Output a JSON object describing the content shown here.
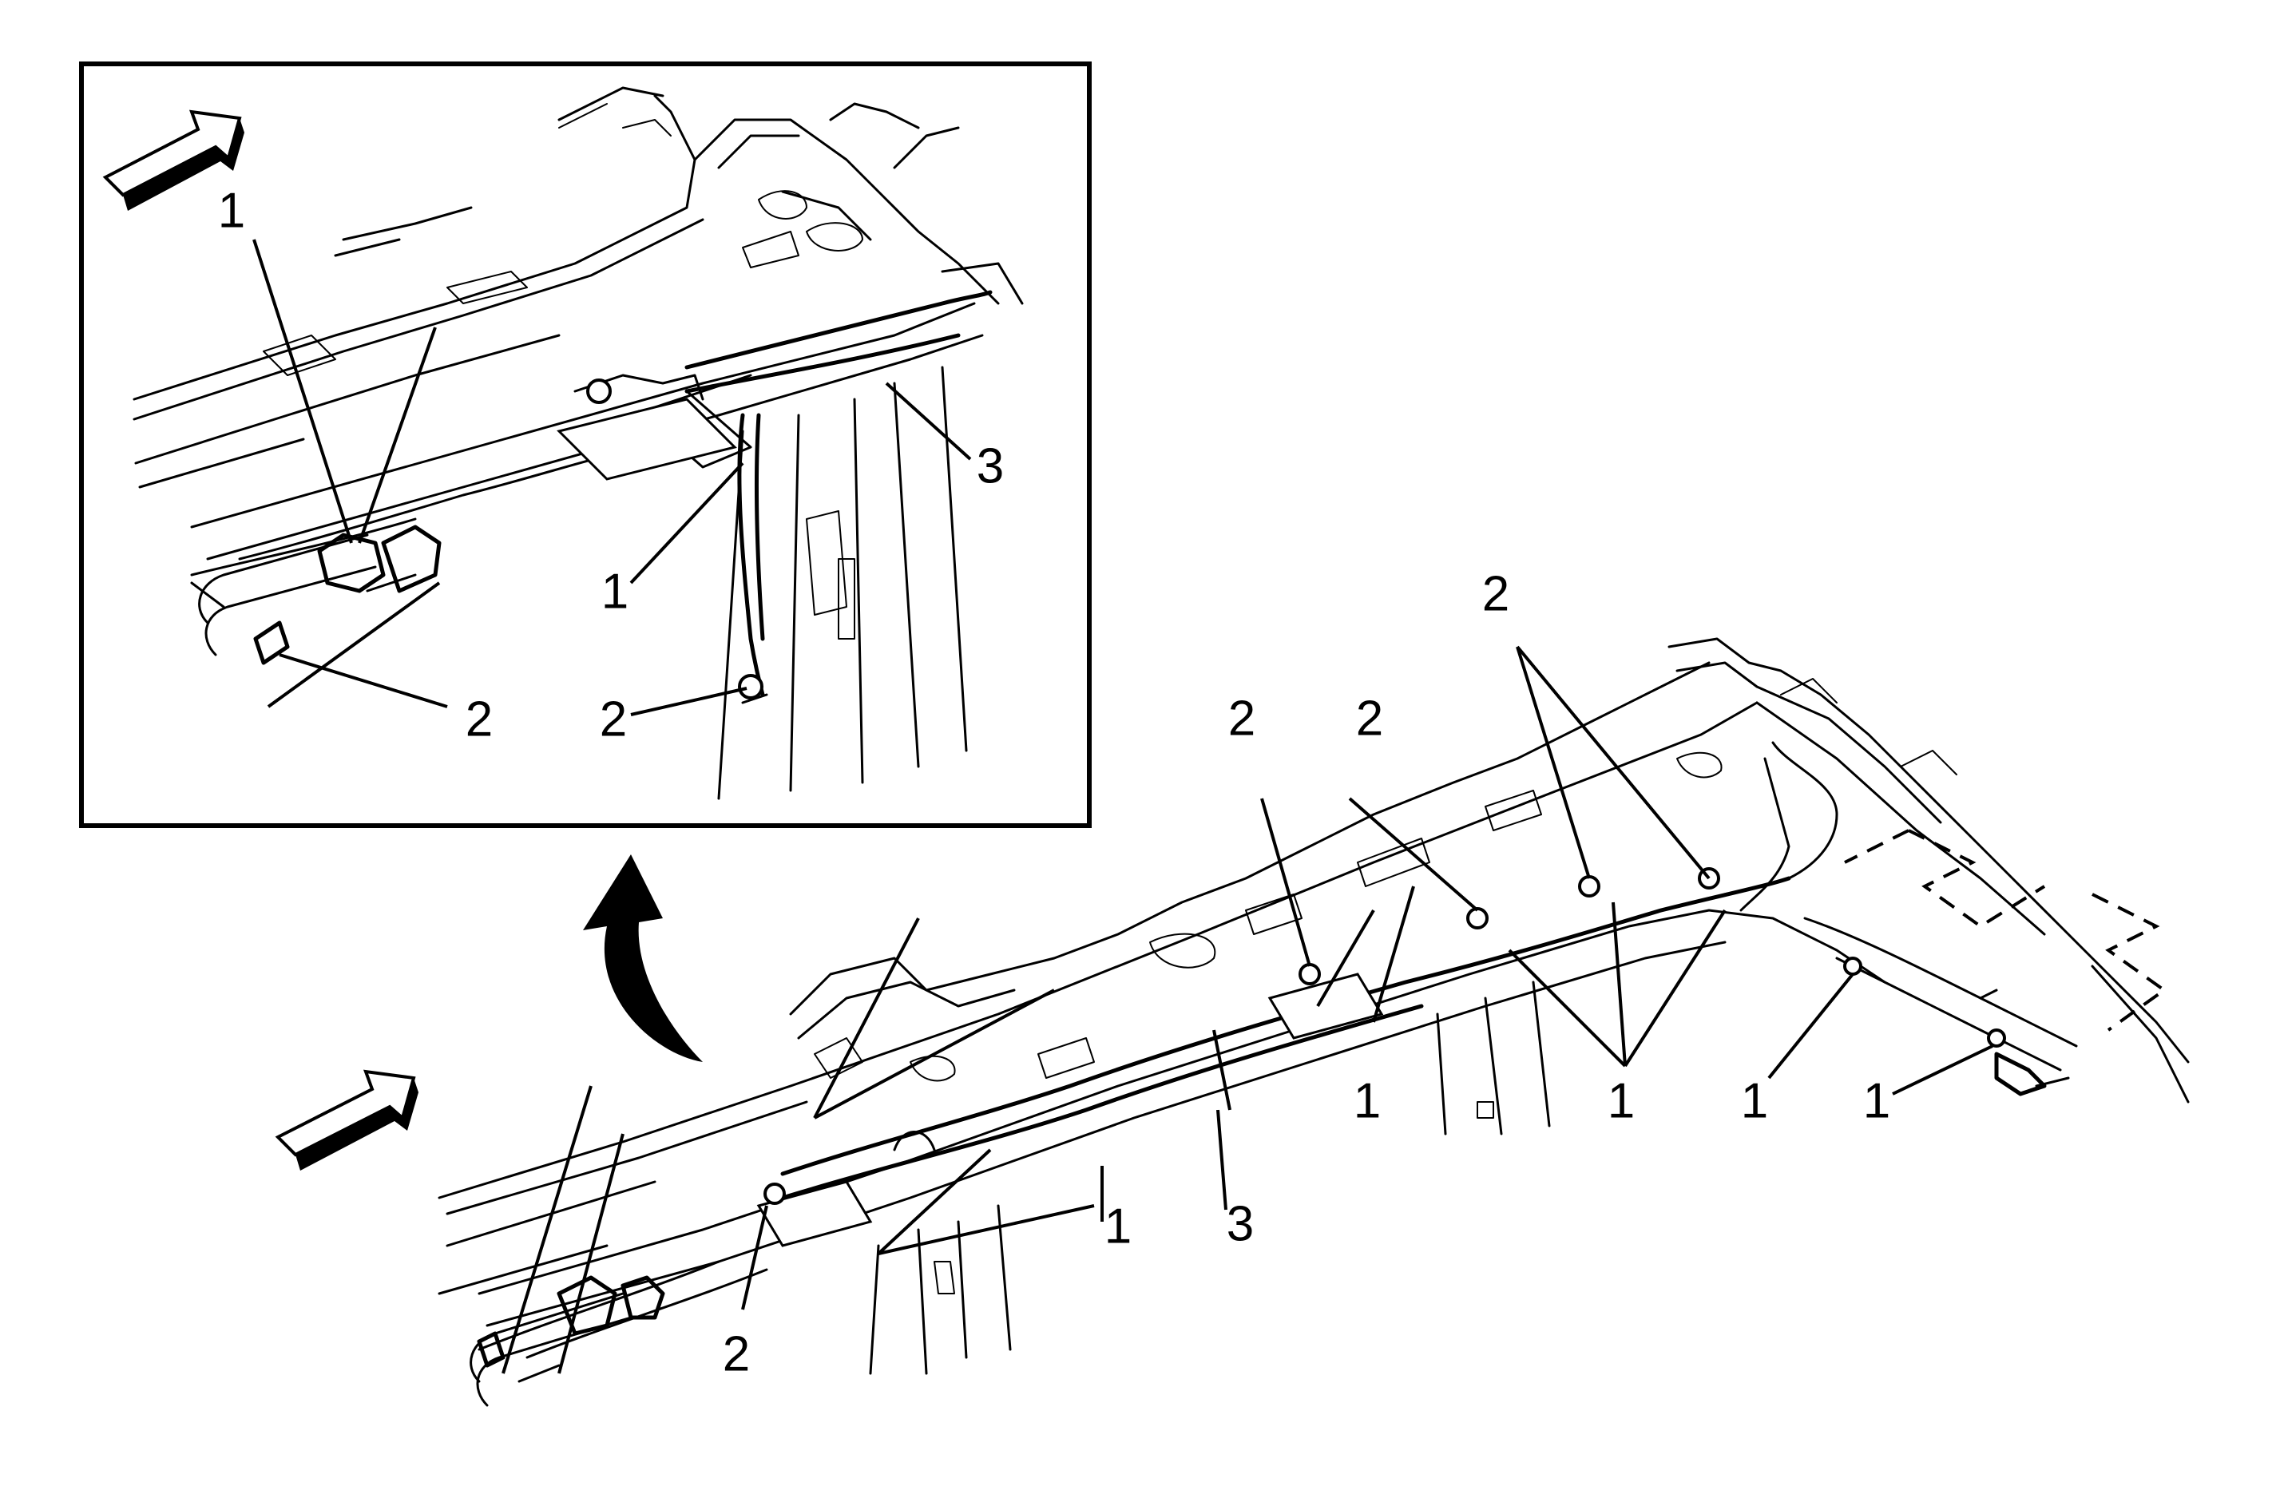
{
  "callouts": {
    "inset_1_upper": "1",
    "inset_1_lower": "1",
    "inset_2_left": "2",
    "inset_2_right": "2",
    "inset_3": "3",
    "main_2_a": "2",
    "main_2_b": "2",
    "main_2_c": "2",
    "main_2_d": "2",
    "main_1_a": "1",
    "main_1_b": "1",
    "main_1_c": "1",
    "main_1_d": "1",
    "main_1_e": "1",
    "main_3": "3"
  },
  "icons": {
    "direction_arrow": "front-direction-arrow-icon",
    "inset_pointer": "curved-detail-arrow-icon"
  },
  "colors": {
    "line": "#000000",
    "background": "#ffffff"
  }
}
